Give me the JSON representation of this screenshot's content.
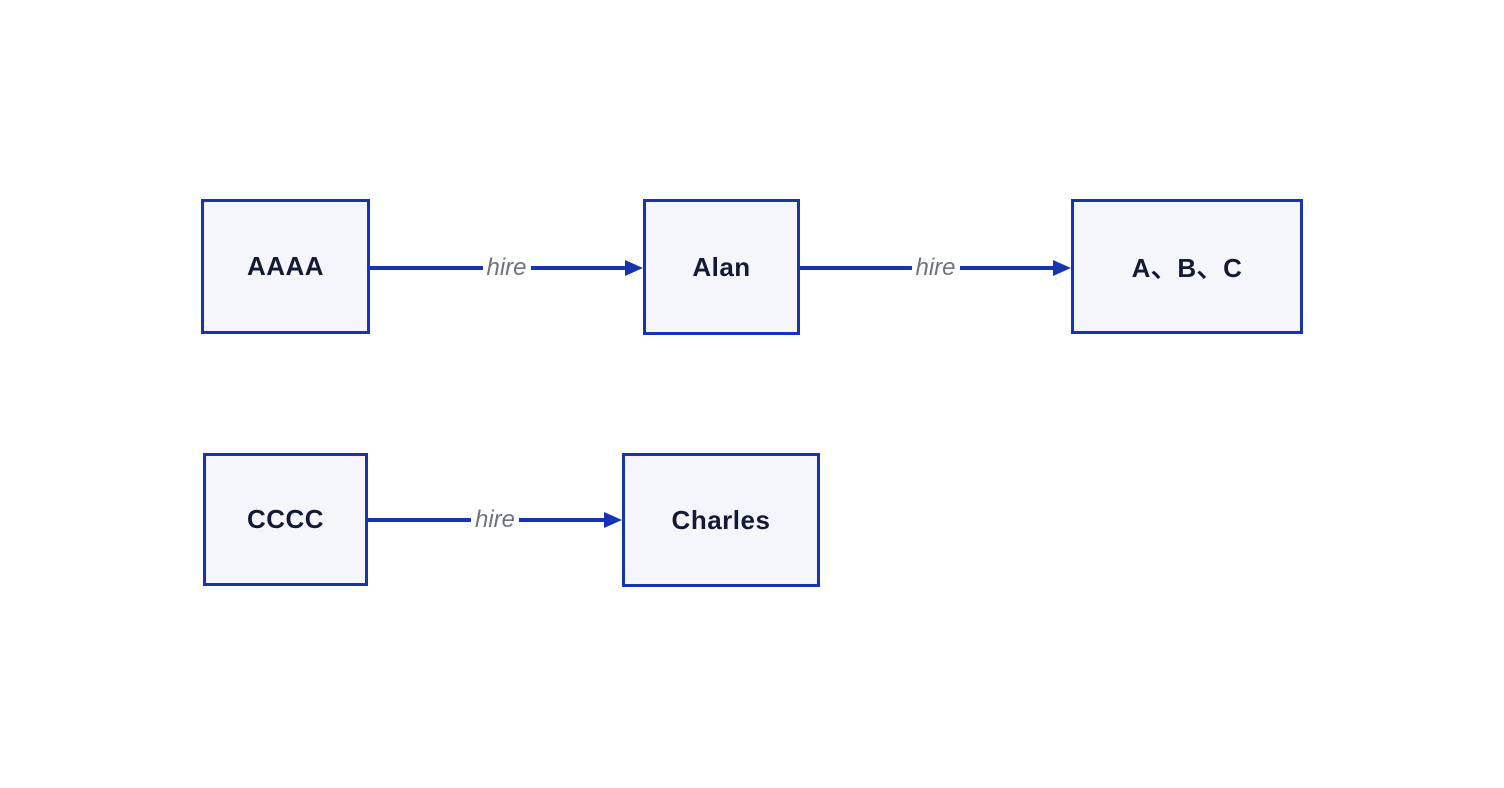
{
  "page": {
    "background": "#ffffff"
  },
  "diagram": {
    "type": "flowchart",
    "direction": "left-to-right",
    "colors": {
      "node_fill": "#f5f6fb",
      "node_border": "#1634b2",
      "arrow": "#1634b2",
      "node_text": "#131a35",
      "edge_label_text": "#6e737c"
    },
    "nodes": [
      {
        "label": "AAAA"
      },
      {
        "label": "Alan"
      },
      {
        "label": "A、B、C"
      },
      {
        "label": "CCCC"
      },
      {
        "label": "Charles"
      }
    ],
    "edges": [
      {
        "from": "AAAA",
        "to": "Alan",
        "label": "hire"
      },
      {
        "from": "Alan",
        "to": "A、B、C",
        "label": "hire"
      },
      {
        "from": "CCCC",
        "to": "Charles",
        "label": "hire"
      }
    ]
  }
}
